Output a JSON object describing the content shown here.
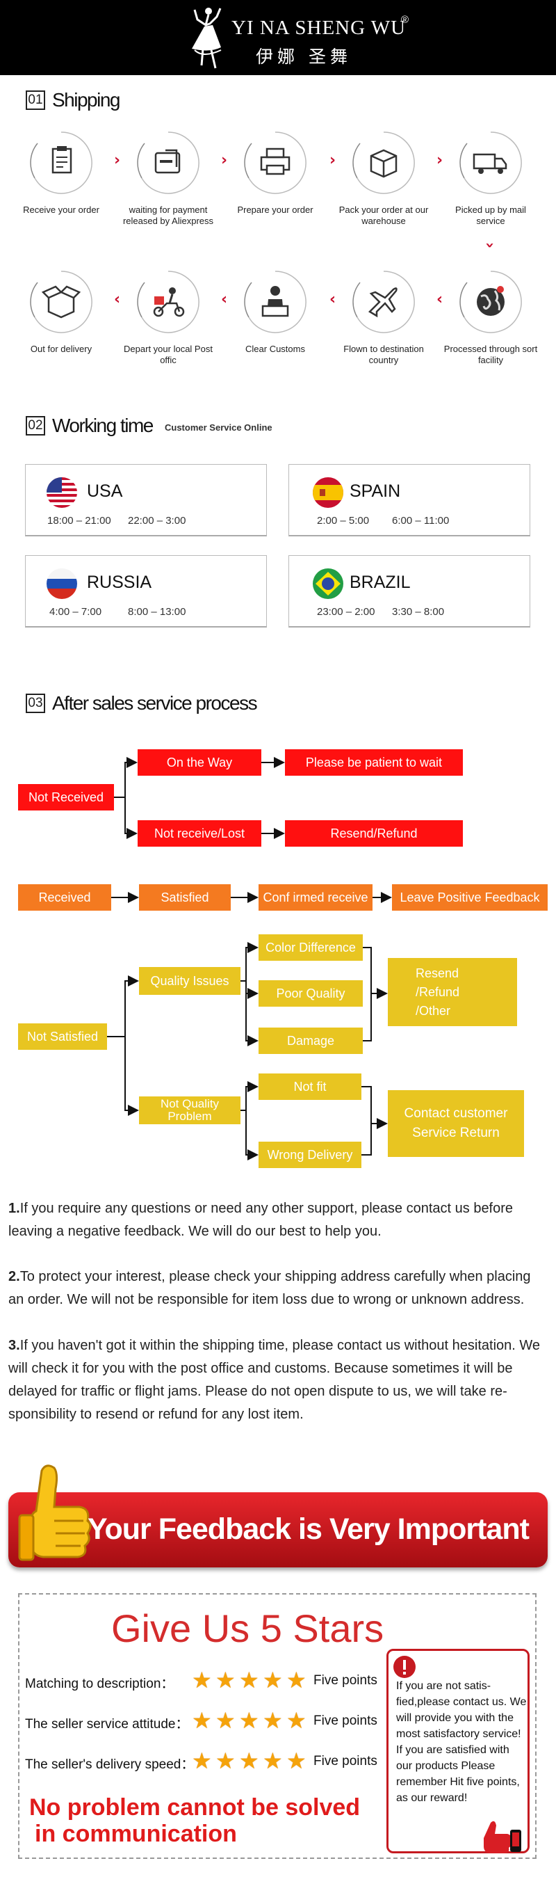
{
  "header": {
    "brand_en": "YI NA SHENG WU",
    "brand_cn": "伊娜 圣舞",
    "registered": "®"
  },
  "shipping": {
    "num": "01",
    "title": "Shipping",
    "row1": [
      {
        "label": "Receive your order",
        "icon": "clipboard-icon"
      },
      {
        "label": "waiting for payment released by Aliexpress",
        "icon": "payment-card-icon"
      },
      {
        "label": "Prepare your order",
        "icon": "printer-icon"
      },
      {
        "label": "Pack your order at our warehouse",
        "icon": "box-icon"
      },
      {
        "label": "Picked up by mail service",
        "icon": "delivery-truck-icon"
      }
    ],
    "row2": [
      {
        "label": "Out for delivery",
        "icon": "open-box-icon"
      },
      {
        "label": "Depart your local Post offic",
        "icon": "scooter-courier-icon"
      },
      {
        "label": "Clear Customs",
        "icon": "customs-officer-icon"
      },
      {
        "label": "Flown to destination country",
        "icon": "airplane-icon"
      },
      {
        "label": "Processed through sort facility",
        "icon": "globe-icon"
      }
    ]
  },
  "working": {
    "num": "02",
    "title": "Working time",
    "subtitle": "Customer Service Online",
    "countries": [
      {
        "name": "USA",
        "t1": "18:00 – 21:00",
        "t2": "22:00 – 3:00"
      },
      {
        "name": "SPAIN",
        "t1": "2:00 – 5:00",
        "t2": "6:00 – 11:00"
      },
      {
        "name": "RUSSIA",
        "t1": "4:00 – 7:00",
        "t2": "8:00 – 13:00"
      },
      {
        "name": "BRAZIL",
        "t1": "23:00 – 2:00",
        "t2": "3:30 – 8:00"
      }
    ]
  },
  "aftersales": {
    "num": "03",
    "title": "After sales service process",
    "not_received": "Not Received",
    "on_the_way": "On the Way",
    "be_patient": "Please be patient to wait",
    "not_receive_lost": "Not receive/Lost",
    "resend_refund": "Resend/Refund",
    "received": "Received",
    "satisfied": "Satisfied",
    "confirmed": "Conf irmed receive",
    "leave_feedback": "Leave Positive Feedback",
    "not_satisfied": "Not Satisfied",
    "quality_issues": "Quality Issues",
    "color_diff": "Color Difference",
    "poor_quality": "Poor Quality",
    "damage": "Damage",
    "resend_other_1": "Resend",
    "resend_other_2": "/Refund",
    "resend_other_3": "/Other",
    "not_quality_1": "Not Quality",
    "not_quality_2": "Problem",
    "not_fit": "Not fit",
    "wrong_delivery": "Wrong Delivery",
    "contact_1": "Contact customer",
    "contact_2": "Service Return"
  },
  "notes": [
    {
      "num": "1.",
      "text": "If you require any questions or need any other support, please contact us before leaving a negative feedback. We will do our best to help you."
    },
    {
      "num": "2.",
      "text": "To protect your interest, please check your shipping address carefully when placing an order. We will not be responsible for item loss due to wrong or unknown address."
    },
    {
      "num": "3.",
      "text": "If you haven't got it within the shipping time, please contact us without hesitation. We will check it for you with the post office and customs. Because sometimes it will be delayed for traffic or flight jams. Please do not open dispute to us, we will take re-sponsibility to resend or refund for any lost item."
    }
  ],
  "feedback": {
    "banner": "Your Feedback is Very Important"
  },
  "stars": {
    "title": "Give Us 5 Stars",
    "rows": [
      {
        "label": "Matching to description：",
        "points": "Five points",
        "rating": 5
      },
      {
        "label": "The seller service attitude：",
        "points": "Five points",
        "rating": 5
      },
      {
        "label": "The seller's delivery speed：",
        "points": "Five points",
        "rating": 5
      }
    ],
    "problem_1": "No problem cannot be solved",
    "problem_2": "in communication",
    "side_text": "If you are not satis-fied,please contact us. We will provide you with the most satisfactory service! If you are satisfied with our products Please remember Hit five points, as our reward!"
  },
  "colors": {
    "red": "#ff1010",
    "orange": "#f47a20",
    "yellow": "#e8c521",
    "accent": "#c8102e"
  }
}
